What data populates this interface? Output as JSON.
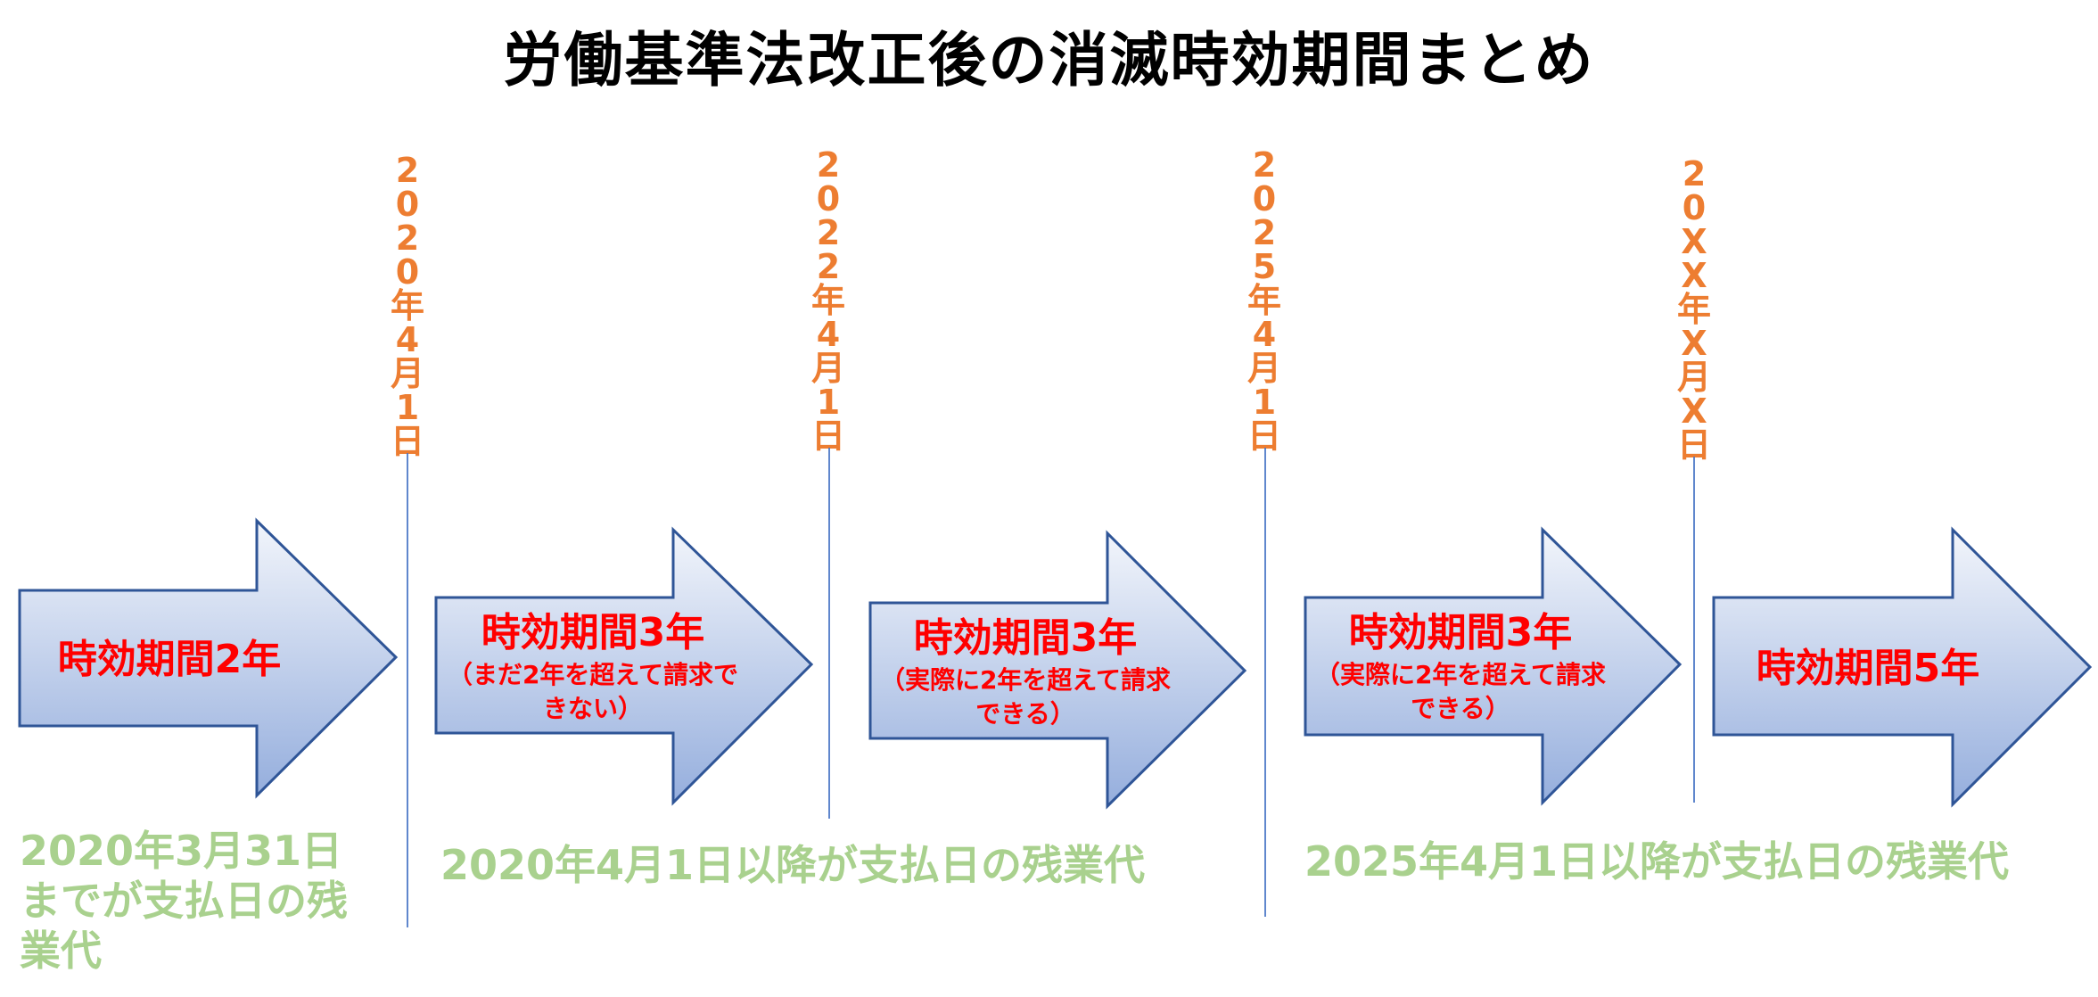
{
  "title": "労働基準法改正後の消滅時効期間まとめ",
  "colors": {
    "date_label": "#ED7D31",
    "arrow_text": "#FF0000",
    "caption": "#A9D18E",
    "arrow_fill_top": "#F2F5FB",
    "arrow_fill_bottom": "#95AEDD",
    "arrow_stroke": "#2F5597",
    "divider": "#4472C4"
  },
  "dates": [
    {
      "label": "2020年4月1日",
      "chars": [
        "2",
        "0",
        "2",
        "0",
        "年",
        "4",
        "月",
        "1",
        "日"
      ]
    },
    {
      "label": "2022年4月1日",
      "chars": [
        "2",
        "0",
        "2",
        "2",
        "年",
        "4",
        "月",
        "1",
        "日"
      ]
    },
    {
      "label": "2025年4月1日",
      "chars": [
        "2",
        "0",
        "2",
        "5",
        "年",
        "4",
        "月",
        "1",
        "日"
      ]
    },
    {
      "label": "20XX年X月X日",
      "chars": [
        "2",
        "0",
        "X",
        "X",
        "年",
        "X",
        "月",
        "X",
        "日"
      ]
    }
  ],
  "arrows": [
    {
      "main": "時効期間2年",
      "sub": ""
    },
    {
      "main": "時効期間3年",
      "sub": "（まだ2年を超えて請求できない）"
    },
    {
      "main": "時効期間3年",
      "sub": "（実際に2年を超えて請求できる）"
    },
    {
      "main": "時効期間3年",
      "sub": "（実際に2年を超えて請求できる）"
    },
    {
      "main": "時効期間5年",
      "sub": ""
    }
  ],
  "captions": [
    "2020年3月31日までが支払日の残業代",
    "2020年4月1日以降が支払日の残業代",
    "2025年4月1日以降が支払日の残業代"
  ]
}
